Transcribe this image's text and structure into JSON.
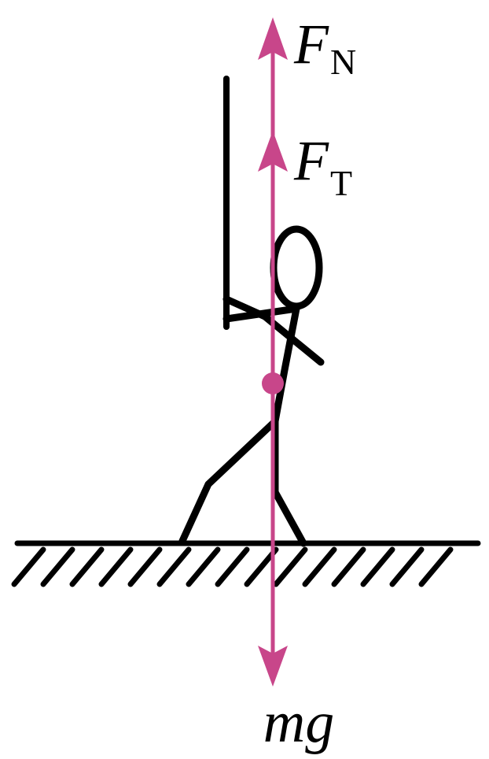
{
  "labels": {
    "normal_force": {
      "symbol": "F",
      "subscript": "N"
    },
    "tension_force": {
      "symbol": "F",
      "subscript": "T"
    },
    "weight": "mg"
  },
  "colors": {
    "force_vector": "#c8468a",
    "figure": "#000000",
    "ground": "#000000"
  }
}
